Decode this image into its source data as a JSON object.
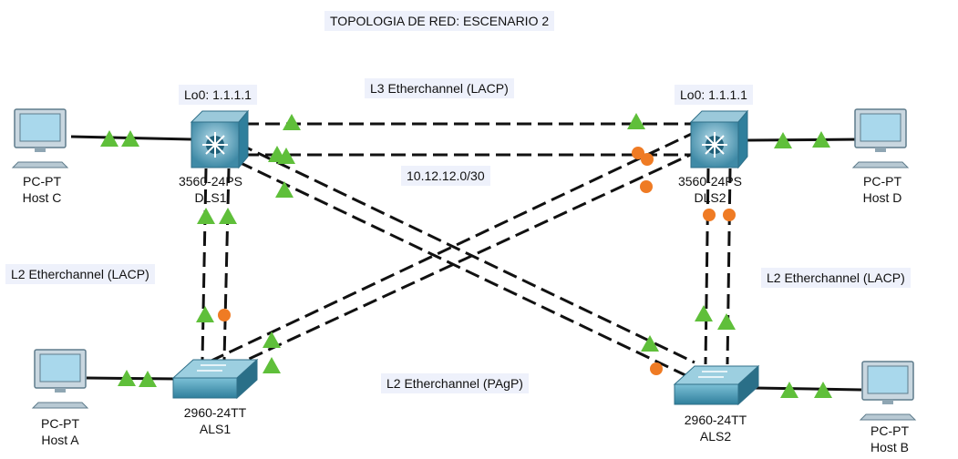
{
  "title": "TOPOLOGIA DE RED: ESCENARIO 2",
  "labels": {
    "l3_etherchannel": "L3 Etherchannel (LACP)",
    "l2_left": "L2 Etherchannel (LACP)",
    "l2_right": "L2 Etherchannel (LACP)",
    "l2_pagp": "L2 Etherchannel (PAgP)",
    "subnet": "10.12.12.0/30",
    "lo0_dls1": "Lo0: 1.1.1.1",
    "lo0_dls2": "Lo0: 1.1.1.1"
  },
  "devices": {
    "dls1": {
      "model": "3560-24PS",
      "name": "DLS1"
    },
    "dls2": {
      "model": "3560-24PS",
      "name": "DLS2"
    },
    "als1": {
      "model": "2960-24TT",
      "name": "ALS1"
    },
    "als2": {
      "model": "2960-24TT",
      "name": "ALS2"
    },
    "host_a": {
      "type": "PC-PT",
      "name": "Host A"
    },
    "host_b": {
      "type": "PC-PT",
      "name": "Host B"
    },
    "host_c": {
      "type": "PC-PT",
      "name": "Host C"
    },
    "host_d": {
      "type": "PC-PT",
      "name": "Host D"
    }
  },
  "colors": {
    "link": "#111111",
    "port_up": "#5fbf3a",
    "port_pending": "#ef7b24",
    "label_bg": "#eef1fb",
    "switch_body": "#5d9fb8",
    "pc_body": "#c9d7e0"
  }
}
